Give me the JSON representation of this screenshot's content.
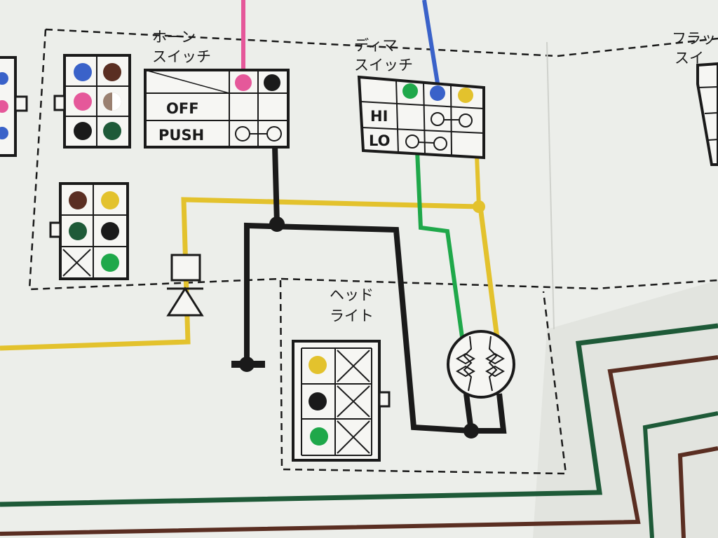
{
  "colors": {
    "paper": "#eceeea",
    "ink": "#1a1a1a",
    "pink": "#e5589a",
    "blue": "#3a62c9",
    "yellow": "#e3c22d",
    "green": "#1fa84a",
    "dark_green": "#1e5a38",
    "brown": "#5a2e22",
    "light_brown": "#9a8070"
  },
  "horn_switch": {
    "label_line1": "ホーン",
    "label_line2": "スイッチ",
    "row_off": "OFF",
    "row_push": "PUSH"
  },
  "dimmer_switch": {
    "label_line1": "ディマ",
    "label_line2": "スイッチ",
    "row_hi": "HI",
    "row_lo": "LO"
  },
  "headlight": {
    "label_line1": "ヘッド",
    "label_line2": "ライト"
  },
  "flasher_switch": {
    "label_line1": "フラッ",
    "label_line2": "スイ"
  }
}
